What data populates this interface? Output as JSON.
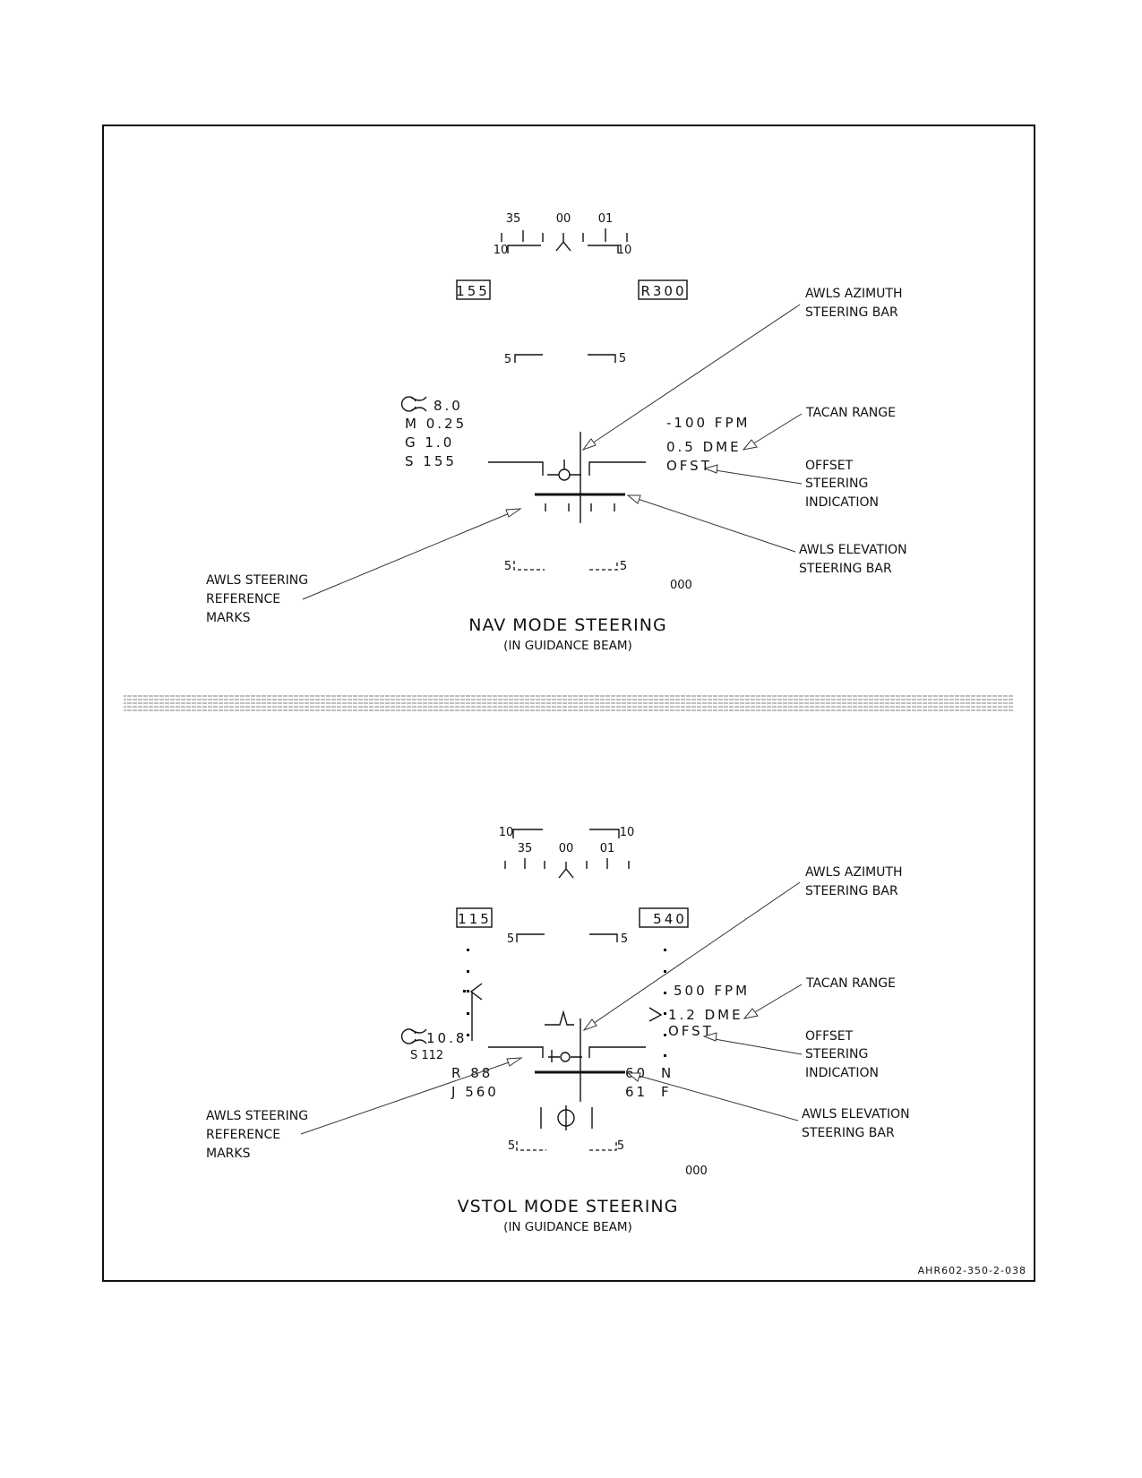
{
  "nav_panel": {
    "heading_scale": [
      "35",
      "00",
      "01"
    ],
    "pitch_10_left": "10",
    "pitch_10_right": "10",
    "airspeed_box": "155",
    "altitude_box": "R300",
    "pitch_5_left": "5",
    "pitch_5_right": "5",
    "aoa_value": "8.0",
    "mach": "M 0.25",
    "g": "G  1.0",
    "s": "S  155",
    "vvi": "-100  FPM",
    "dme": "0.5  DME",
    "ofst": "OFST",
    "pitch_neg5_left": "5",
    "pitch_neg5_right": "5",
    "heading_readout": "000",
    "callouts": {
      "azimuth_line1": "AWLS AZIMUTH",
      "azimuth_line2": "STEERING BAR",
      "tacan": "TACAN RANGE",
      "offset_line1": "OFFSET",
      "offset_line2": "STEERING",
      "offset_line3": "INDICATION",
      "elevation_line1": "AWLS ELEVATION",
      "elevation_line2": "STEERING BAR",
      "reference_line1": "AWLS STEERING",
      "reference_line2": "REFERENCE",
      "reference_line3": "MARKS"
    },
    "title": "NAV MODE STEERING",
    "subtitle": "(IN GUIDANCE BEAM)"
  },
  "vstol_panel": {
    "pitch_10_left": "10",
    "pitch_10_right": "10",
    "heading_scale": [
      "35",
      "00",
      "01"
    ],
    "airspeed_box": "115",
    "altitude_box": "540",
    "pitch_5_left": "5",
    "pitch_5_right": "5",
    "aoa_value": "10.8",
    "s": "S  112",
    "r": "R  88",
    "j": "J 560",
    "vvi": "500  FPM",
    "dme": "1.2  DME",
    "ofst": "OFST",
    "nozzle_top": "60",
    "nozzle_bottom": "61",
    "n": "N",
    "f": "F",
    "pitch_neg5_left": "5",
    "pitch_neg5_right": "5",
    "heading_readout": "000",
    "callouts": {
      "azimuth_line1": "AWLS AZIMUTH",
      "azimuth_line2": "STEERING BAR",
      "tacan": "TACAN RANGE",
      "offset_line1": "OFFSET",
      "offset_line2": "STEERING",
      "offset_line3": "INDICATION",
      "elevation_line1": "AWLS ELEVATION",
      "elevation_line2": "STEERING BAR",
      "reference_line1": "AWLS STEERING",
      "reference_line2": "REFERENCE",
      "reference_line3": "MARKS"
    },
    "title": "VSTOL MODE STEERING",
    "subtitle": "(IN GUIDANCE BEAM)"
  },
  "figure_code": "AHR602-350-2-038"
}
